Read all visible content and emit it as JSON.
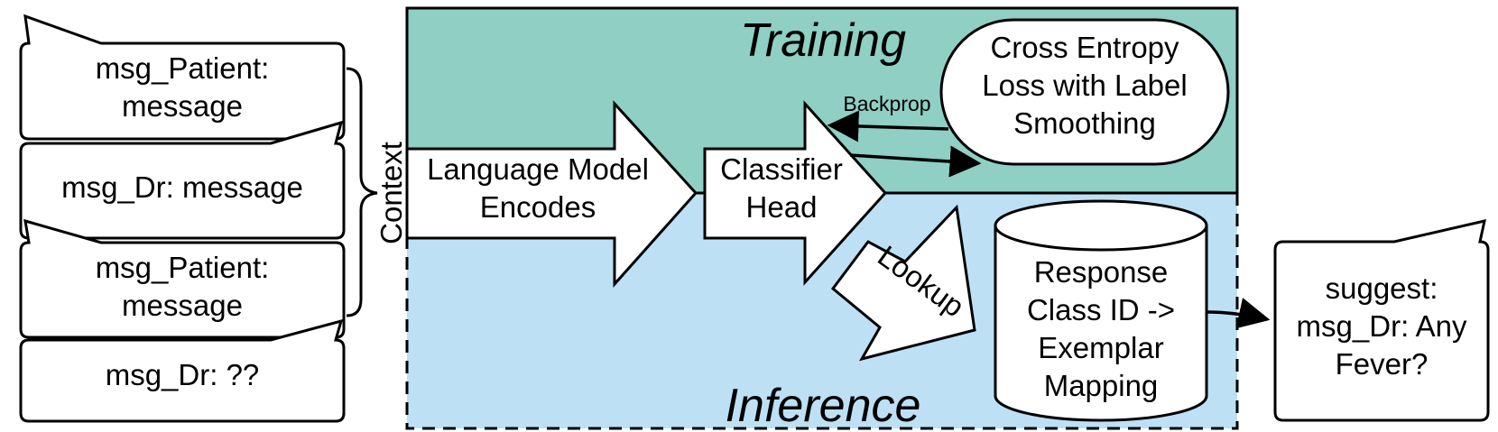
{
  "colors": {
    "training_bg": "#8fcfc4",
    "inference_bg": "#bde0f5",
    "stroke": "#000000",
    "fill": "#ffffff"
  },
  "messages": [
    {
      "line1": "msg_Patient:",
      "line2": "message"
    },
    {
      "line1": "msg_Dr: message"
    },
    {
      "line1": "msg_Patient:",
      "line2": "message"
    },
    {
      "line1": "msg_Dr:  ??"
    }
  ],
  "context_label": "Context",
  "training": {
    "title": "Training",
    "loss_line1": "Cross Entropy",
    "loss_line2": "Loss with Label",
    "loss_line3": "Smoothing",
    "backprop_label": "Backprop"
  },
  "inference": {
    "title": "Inference"
  },
  "lm": {
    "line1": "Language Model",
    "line2": "Encodes"
  },
  "classifier": {
    "line1": "Classifier",
    "line2": "Head"
  },
  "lookup_label": "Lookup",
  "mapping": {
    "line1": "Response",
    "line2": "Class ID ->",
    "line3": "Exemplar",
    "line4": "Mapping"
  },
  "suggestion": {
    "line1": "suggest:",
    "line2": "msg_Dr: Any",
    "line3": "Fever?"
  }
}
